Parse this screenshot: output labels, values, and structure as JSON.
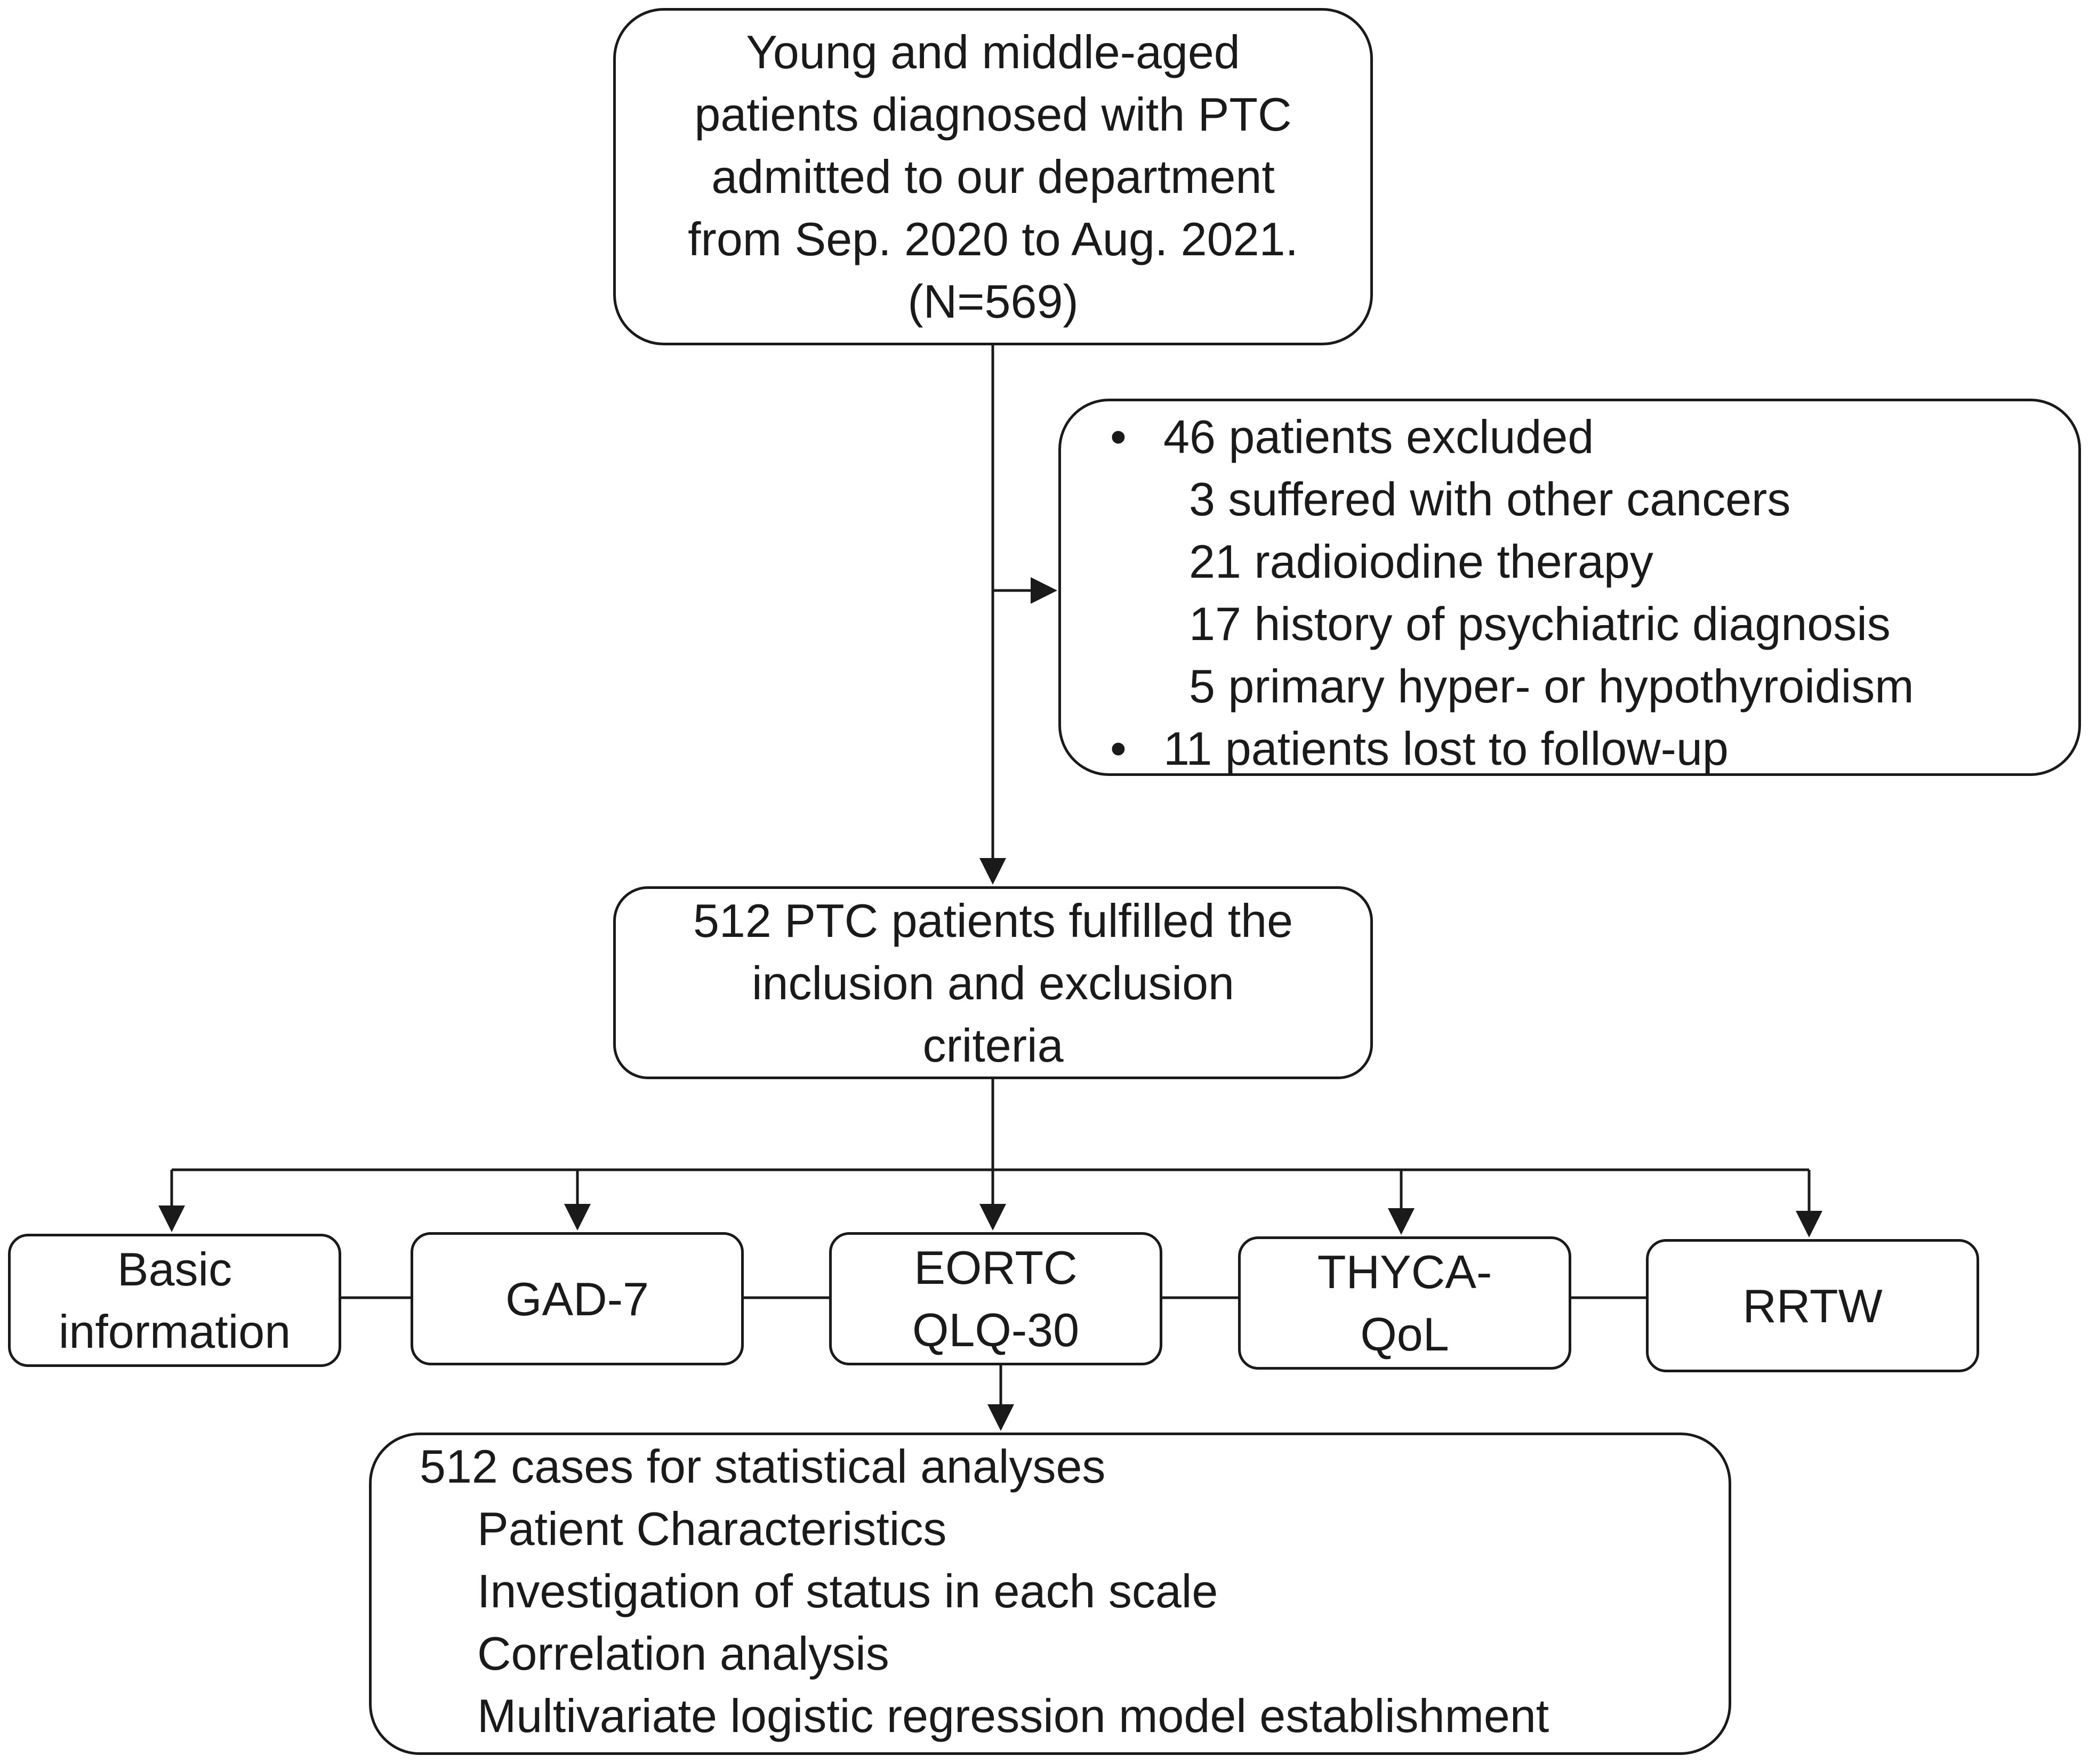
{
  "admitted_box": {
    "lines": [
      "Young and middle-aged",
      "patients diagnosed with PTC",
      "admitted to our department",
      "from Sep. 2020 to Aug. 2021.",
      "(N=569)"
    ]
  },
  "exclusion_box": {
    "bullet_symbol": "•",
    "excluded_heading": "46 patients excluded",
    "excluded_reasons": [
      "3 suffered with other cancers",
      "21 radioiodine therapy",
      "17 history of psychiatric diagnosis",
      "5 primary hyper- or hypothyroidism"
    ],
    "lost_to_follow_up": "11 patients lost to follow-up"
  },
  "eligible_box": {
    "lines": [
      "512 PTC patients fulfilled the",
      "inclusion and exclusion",
      "criteria"
    ]
  },
  "scales": [
    {
      "lines": [
        "Basic",
        "information"
      ]
    },
    {
      "lines": [
        "GAD-7"
      ]
    },
    {
      "lines": [
        "EORTC",
        "QLQ-30"
      ]
    },
    {
      "lines": [
        "THYCA-",
        "QoL"
      ]
    },
    {
      "lines": [
        "RRTW"
      ]
    }
  ],
  "analysis_box": {
    "heading": "512 cases for statistical analyses",
    "items": [
      "Patient Characteristics",
      "Investigation of  status in each scale",
      "Correlation analysis",
      "Multivariate logistic regression model establishment"
    ]
  },
  "colors": {
    "stroke": "#1a1a1a",
    "background": "#ffffff"
  }
}
